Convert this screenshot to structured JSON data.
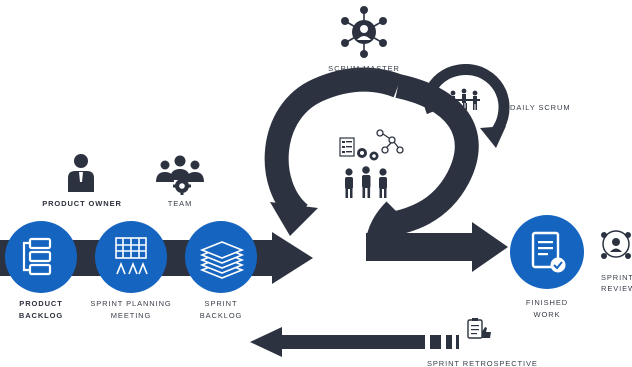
{
  "colors": {
    "dark": "#2c3240",
    "blue": "#1565c0",
    "blue_light": "#1e7be0",
    "text": "#3a3f4a",
    "white": "#ffffff"
  },
  "roles": {
    "scrum_master": {
      "label": "SCRUM MASTER",
      "icon": "scrum-master-network-icon"
    },
    "product_owner": {
      "label": "PRODUCT OWNER",
      "icon": "person-icon"
    },
    "team": {
      "label": "TEAM",
      "icon": "team-gear-icon"
    }
  },
  "events": {
    "daily_scrum": {
      "label": "DAILY SCRUM",
      "icon": "daily-scrum-people-icon"
    },
    "sprint_retrospective": {
      "label": "SPRINT RETROSPECTIVE",
      "icon": "clipboard-thumbs-up-icon"
    }
  },
  "stages": {
    "product_backlog": {
      "line1": "PRODUCT",
      "line2": "BACKLOG",
      "icon": "stacked-list-icon"
    },
    "sprint_planning": {
      "line1": "SPRINT PLANNING",
      "line2": "MEETING",
      "icon": "planning-board-icon"
    },
    "sprint_backlog": {
      "line1": "SPRINT",
      "line2": "BACKLOG",
      "icon": "paper-stack-icon"
    },
    "finished_work": {
      "line1": "FINISHED",
      "line2": "WORK",
      "icon": "checked-document-icon"
    },
    "sprint_review": {
      "line1": "SPRINT",
      "line2": "REVIEW",
      "icon": "review-group-icon"
    }
  }
}
